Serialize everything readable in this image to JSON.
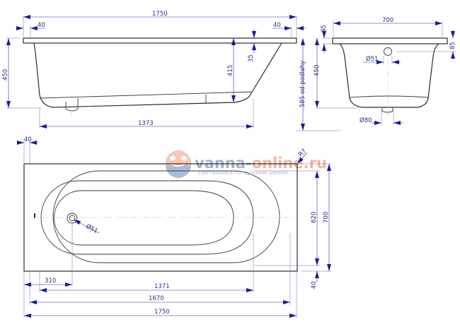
{
  "drawing": {
    "title": "Bathtub dimensional drawing",
    "colors": {
      "outline": "#2b2b2b",
      "dimension": "#2a2a8a",
      "arrow": "#1a1aa0",
      "watermark_blue": "#6f8fc0",
      "watermark_orange": "#f08a6a"
    },
    "side_view": {
      "overall_length": "1750",
      "rim_left": "40",
      "rim_right": "40",
      "height_left": "450",
      "inner_depth": "415",
      "rim_thickness": "35",
      "bottom_length": "1373",
      "floor_height_label": "585 od podlahy"
    },
    "end_view": {
      "width": "700",
      "rim_thickness": "35",
      "overflow_height": "85",
      "overflow_diameter": "Ø51",
      "height": "450",
      "drain_diameter": "Ø80"
    },
    "plan_view": {
      "rim_left": "40",
      "corner_radius": "R7",
      "drain_diameter": "Ø51",
      "inner_width": "620",
      "overall_width": "700",
      "rim_bottom": "40",
      "drain_offset": "310",
      "inner_length_1": "1371",
      "inner_length_2": "1670",
      "overall_length": "1750"
    },
    "watermark": {
      "brand_part1": "vanna-",
      "brand_part2": "online.ru",
      "tagline": "сантехника по лучшим ценам"
    }
  }
}
